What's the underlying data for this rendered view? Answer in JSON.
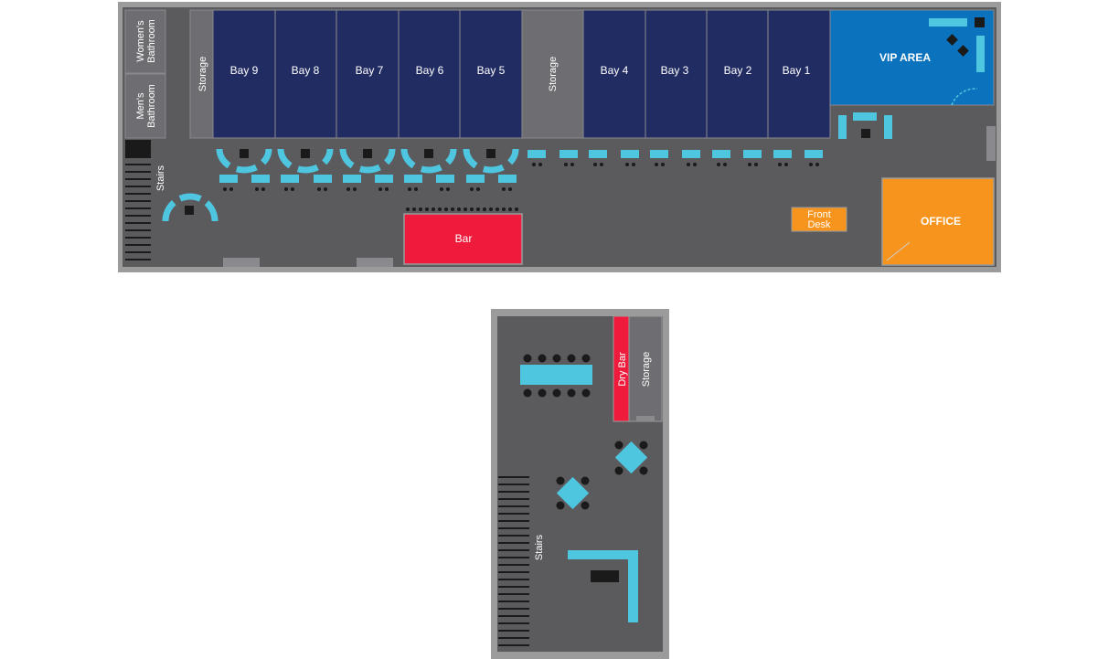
{
  "colors": {
    "outer_wall": "#9b9b9b",
    "floor": "#5b5b5e",
    "bay": "#212c63",
    "storage": "#6e6e72",
    "vip": "#0b72bd",
    "office": "#f7941d",
    "bar": "#ee1b3c",
    "furniture": "#4fc6e0",
    "chair": "#1a1a1a"
  },
  "ground_floor": {
    "bays": [
      "Bay 9",
      "Bay 8",
      "Bay 7",
      "Bay 6",
      "Bay 5",
      "Bay 4",
      "Bay 3",
      "Bay 2",
      "Bay 1"
    ],
    "storage_left": "Storage",
    "storage_mid": "Storage",
    "womens_bathroom": [
      "Women's",
      "Bathroom"
    ],
    "mens_bathroom": [
      "Men's",
      "Bathroom"
    ],
    "stairs": "Stairs",
    "bar": "Bar",
    "front_desk": [
      "Front",
      "Desk"
    ],
    "office": "OFFICE",
    "vip_area": "VIP AREA"
  },
  "upper_floor": {
    "dry_bar": "Dry Bar",
    "storage": "Storage",
    "stairs": "Stairs"
  }
}
